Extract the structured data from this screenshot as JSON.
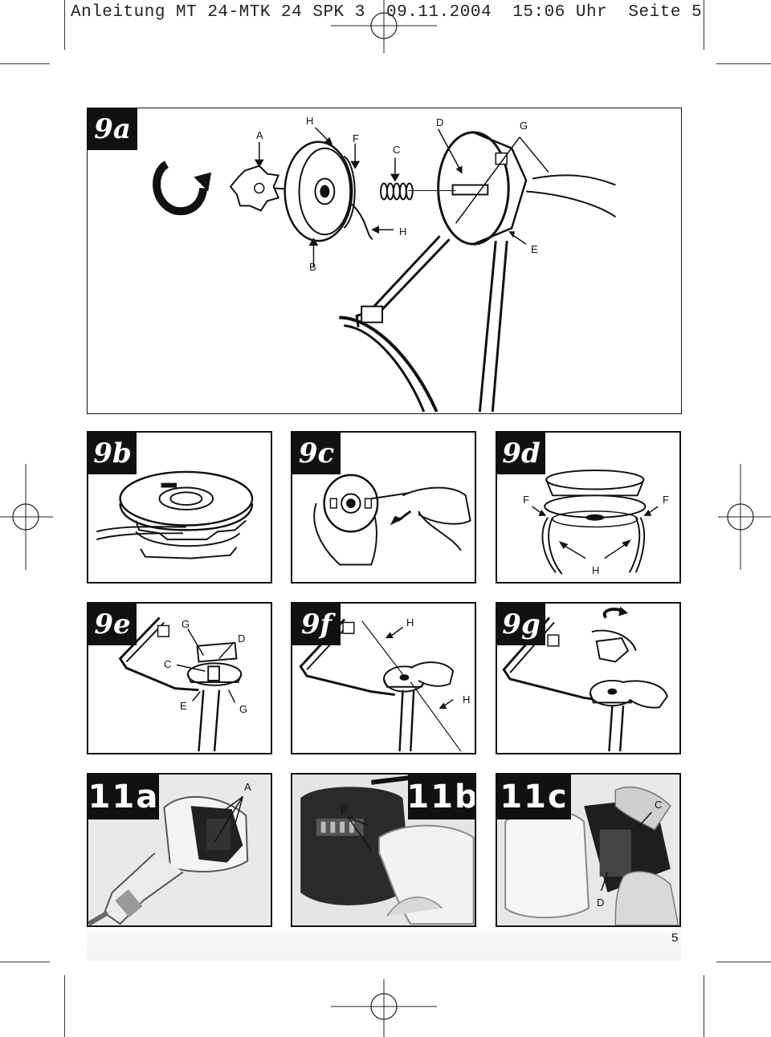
{
  "header": {
    "text": "Anleitung MT 24-MTK 24 SPK 3  09.11.2004  15:06 Uhr  Seite 5"
  },
  "figures": {
    "f9a": {
      "tag": "9a",
      "labels": {
        "A": "A",
        "H1": "H",
        "F": "F",
        "C": "C",
        "D": "D",
        "G": "G",
        "H2": "H",
        "E": "E",
        "B": "B"
      }
    },
    "f9b": {
      "tag": "9b"
    },
    "f9c": {
      "tag": "9c"
    },
    "f9d": {
      "tag": "9d",
      "labels": {
        "F1": "F",
        "F2": "F",
        "H": "H"
      }
    },
    "f9e": {
      "tag": "9e",
      "labels": {
        "G1": "G",
        "D": "D",
        "C": "C",
        "E": "E",
        "G2": "G"
      }
    },
    "f9f": {
      "tag": "9f",
      "labels": {
        "H1": "H",
        "H2": "H"
      }
    },
    "f9g": {
      "tag": "9g"
    },
    "f11a": {
      "tag": "11a",
      "labels": {
        "A": "A"
      }
    },
    "f11b": {
      "tag": "11b",
      "labels": {
        "B": "B"
      }
    },
    "f11c": {
      "tag": "11c",
      "labels": {
        "C": "C",
        "D": "D"
      }
    }
  },
  "page_number": "5"
}
